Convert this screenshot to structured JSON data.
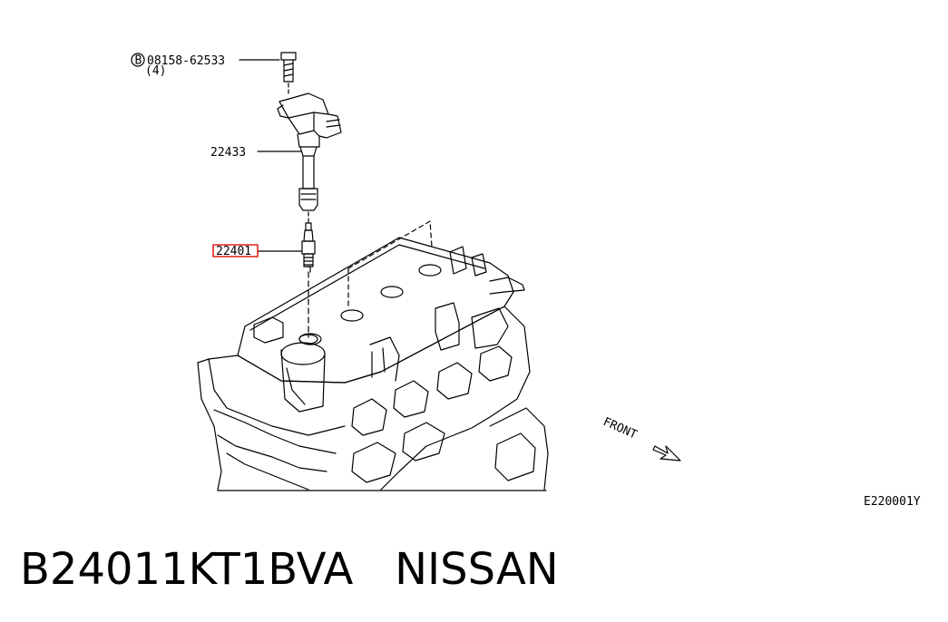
{
  "diagram": {
    "bolt_label": "08158-62533",
    "bolt_marker": "B",
    "bolt_qty": "(4)",
    "coil_label": "22433",
    "plug_label": "22401",
    "front_label": "FRONT",
    "figure_code": "E220001Y",
    "highlight_color": "#e0201a"
  },
  "footer": {
    "part_number": "B24011KT1BVA",
    "brand": "NISSAN"
  }
}
